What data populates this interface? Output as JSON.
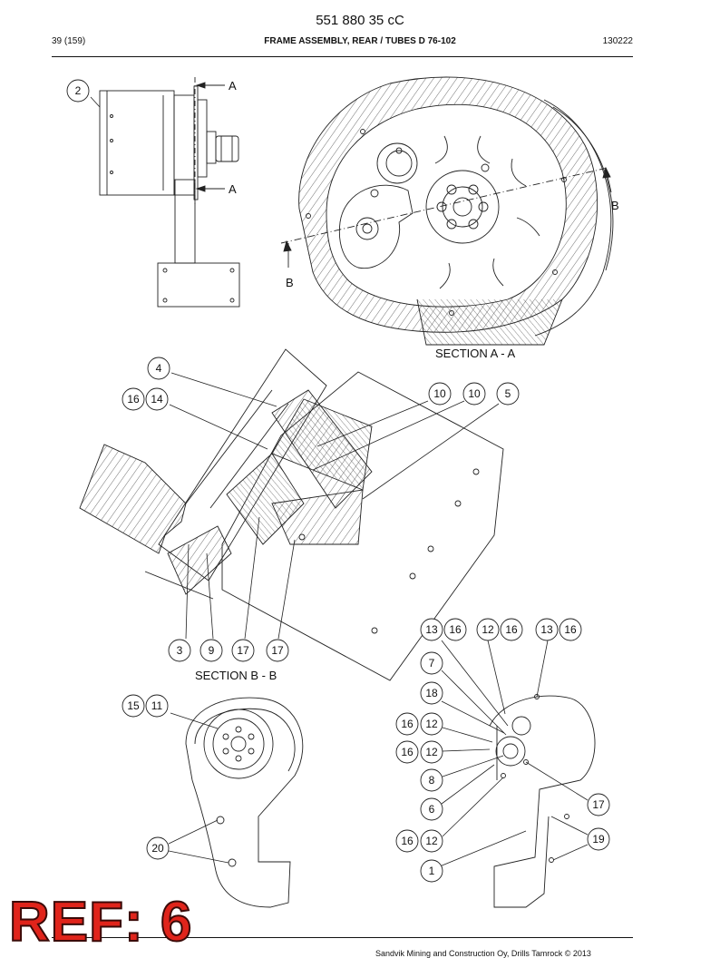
{
  "header": {
    "doc_number": "551 880 35 cC",
    "page": "39 (159)",
    "title": "FRAME ASSEMBLY, REAR / TUBES D 76-102",
    "date": "130222"
  },
  "views": {
    "section_aa": "SECTION A - A",
    "section_bb": "SECTION B - B",
    "cut_a": "A",
    "cut_b": "B"
  },
  "callouts": {
    "c2": "2",
    "c4": "4",
    "c16": "16",
    "c14": "14",
    "c10": "10",
    "c5": "5",
    "c3": "3",
    "c9": "9",
    "c17": "17",
    "c15": "15",
    "c11": "11",
    "c20": "20",
    "c13": "13",
    "c12": "12",
    "c7": "7",
    "c18": "18",
    "c8": "8",
    "c6": "6",
    "c19": "19",
    "c1": "1"
  },
  "stamp": "REF: 6",
  "footer": "Sandvik Mining and Construction Oy, Drills Tamrock © 2013"
}
